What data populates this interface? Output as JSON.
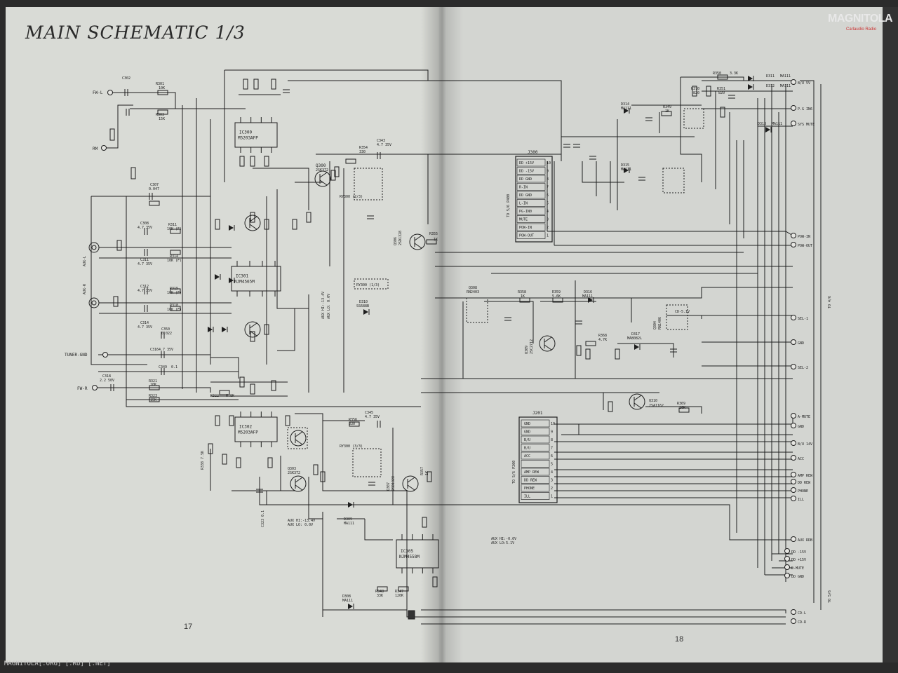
{
  "title": "MAIN SCHEMATIC 1/3",
  "page_left_number": "17",
  "page_right_number": "18",
  "logo": {
    "text": "MAGNITOLA",
    "subtitle": "Carlaudio Radio"
  },
  "watermark": "MAGNITOLA[.ORG] [.RU] [.NET]",
  "colors": {
    "paper_left": "#d9dbd6",
    "paper_right": "#d3d5d1",
    "ink": "#1e1e1e",
    "background": "#2b2b2b",
    "logo_accent": "#cc3333"
  },
  "ports_left": [
    "FW-L",
    "RM",
    "AUX-L",
    "AUX-R",
    "TUNER-GND",
    "FW-R"
  ],
  "ports_right": [
    "B/U 5V",
    "P.G IN6",
    "SYS MUTE",
    "POW-IN",
    "POW-OUT",
    "SEL-1",
    "GND",
    "SEL-2",
    "A-MUTE",
    "GND",
    "B/U 14V",
    "ACC",
    "AMP REW",
    "DD REW",
    "PHONE",
    "ILL",
    "AUX RDB",
    "DD -15V",
    "DD +15V",
    "D-MUTE",
    "DD GND",
    "CD-L",
    "CD-R"
  ],
  "connector_j300": {
    "label": "J300",
    "side_label": "TO 5/6 P400",
    "pins": [
      {
        "name": "DD +15V",
        "num": "10"
      },
      {
        "name": "DD -15V",
        "num": "9"
      },
      {
        "name": "DD GND",
        "num": "8"
      },
      {
        "name": "R-IN",
        "num": "7"
      },
      {
        "name": "DD GND",
        "num": "6"
      },
      {
        "name": "L-IN",
        "num": "5"
      },
      {
        "name": "PG-IN0",
        "num": "4"
      },
      {
        "name": "MUTE",
        "num": "3"
      },
      {
        "name": "POW-IN",
        "num": "2"
      },
      {
        "name": "POW-OUT",
        "num": "1"
      }
    ]
  },
  "connector_j201": {
    "label": "J201",
    "side_label": "TO 5/6 P200",
    "pins": [
      {
        "name": "GND",
        "num": "10"
      },
      {
        "name": "GND",
        "num": "9"
      },
      {
        "name": "B/U",
        "num": "8"
      },
      {
        "name": "B/U",
        "num": "7"
      },
      {
        "name": "ACC",
        "num": "6"
      },
      {
        "name": "",
        "num": "5"
      },
      {
        "name": "AMP REW",
        "num": "4"
      },
      {
        "name": "DD REW",
        "num": "3"
      },
      {
        "name": "PHONE",
        "num": "2"
      },
      {
        "name": "ILL",
        "num": "1"
      }
    ]
  },
  "ics": [
    {
      "ref": "IC300",
      "part": "M5203AFP"
    },
    {
      "ref": "IC301",
      "part": "NJM4565M"
    },
    {
      "ref": "IC302",
      "part": "M5203AFP"
    },
    {
      "ref": "IC305",
      "part": "NJM4558M"
    }
  ],
  "transistors": [
    {
      "ref": "Q300",
      "part": "2SK372"
    },
    {
      "ref": "Q306",
      "part": "2SD1328"
    },
    {
      "ref": "Q307",
      "part": "2SD1328"
    },
    {
      "ref": "Q303",
      "part": "2SK372"
    },
    {
      "ref": "Q308",
      "part": "RN2403"
    },
    {
      "ref": "Q309",
      "part": "2SC2712"
    },
    {
      "ref": "Q304",
      "part": "RN1406"
    },
    {
      "ref": "Q310",
      "part": "2SA1162"
    }
  ],
  "relays": [
    "RY300 (2/3)",
    "RY300 (1/3)",
    "RY300 (3/3)"
  ],
  "diodes": [
    {
      "ref": "D310",
      "part": "SS688B"
    },
    {
      "ref": "D309",
      "part": "MA111"
    },
    {
      "ref": "D308",
      "part": "MA111"
    },
    {
      "ref": "D316",
      "part": "MA111"
    },
    {
      "ref": "D317",
      "part": "MA8082L"
    },
    {
      "ref": "D311",
      "part": "MA111"
    },
    {
      "ref": "D312",
      "part": "MA111"
    },
    {
      "ref": "D313",
      "part": "MA111"
    },
    {
      "ref": "D314",
      "part": "MA111"
    },
    {
      "ref": "D315",
      "part": "MA111"
    }
  ],
  "parts_text": {
    "r354": "R354",
    "r354v": "330",
    "c343": "C343",
    "c343v": "4.7 35V",
    "r356": "R356",
    "r356v": "330",
    "c345": "C345",
    "c345v": "4.7 35V",
    "r355": "R355",
    "r355v": "1K",
    "r357": "R357",
    "r357v": "1K",
    "r358": "R358",
    "r358v": "1K",
    "r359": "R359",
    "r359v": "5.6K",
    "r368": "R368",
    "r368v": "4.7K",
    "r369": "R369",
    "r369v": "10K",
    "r350": "R350",
    "r350v": "3.3K",
    "r349": "R349",
    "r349v": "1K",
    "r370": "R370",
    "r370v": "820",
    "r351": "R351",
    "r351v": "820",
    "r348": "R348",
    "r348v": "33K",
    "r347": "R347",
    "r347v": "120K",
    "c307": "C307",
    "c307v": "0.047",
    "c308": "C308",
    "c308v": "4.7 35V",
    "c311": "C311",
    "c311v": "4.7 35V",
    "c312": "C312",
    "c312v": "4.7 35V",
    "c314": "C314",
    "c314v": "4.7 35V",
    "c350": "C350",
    "c350v": "0.022",
    "c316": "C316",
    "c316v": "4.7 35V",
    "c349": "C349",
    "c349v": "0.1",
    "c318": "C318",
    "c318v": "2.2 50V",
    "r321": "R321",
    "r321v": "10K",
    "r323": "R323",
    "r323v": "15K",
    "r322": "R322",
    "r322v": "6.8K",
    "c302": "C302",
    "r301": "R301",
    "r301v": "10K",
    "r303": "R303",
    "r303v": "15K",
    "r311": "R311",
    "r311v": "10K (F)",
    "r314": "R314",
    "r314v": "10K (F)",
    "r315": "R315",
    "r315v": "10K (F)",
    "r318": "R318",
    "r318v": "10K (F)",
    "r338": "R338 7.5K",
    "c323": "C323 0.1",
    "aux_note_1": "AUX HI:-13.4V",
    "aux_note_2": "AUX LO: 0.0V",
    "aux_note_3": "AUX HI:-0.0V",
    "aux_note_4": "AUX LO:5.1V",
    "cd_note": "CD-5.1V",
    "side_to46": "TO 4/6",
    "side_to56": "TO 5/6",
    "aux_v1": "AUX HI:-13.4V",
    "aux_v2": "AUX LO: 0.0V",
    "r348_ref": "R348"
  }
}
